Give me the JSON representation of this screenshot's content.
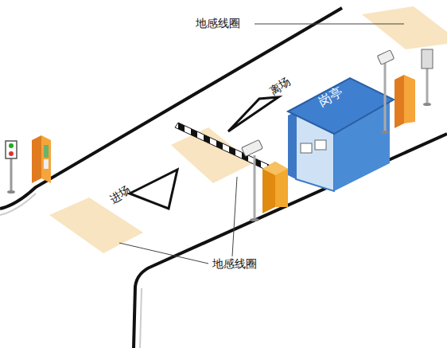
{
  "diagram": {
    "nodes": [
      {
        "text": [
          "岗亭"
        ]
      }
    ],
    "labels": [
      "地感线圈",
      "离场",
      "进场",
      "地感线圈"
    ]
  }
}
